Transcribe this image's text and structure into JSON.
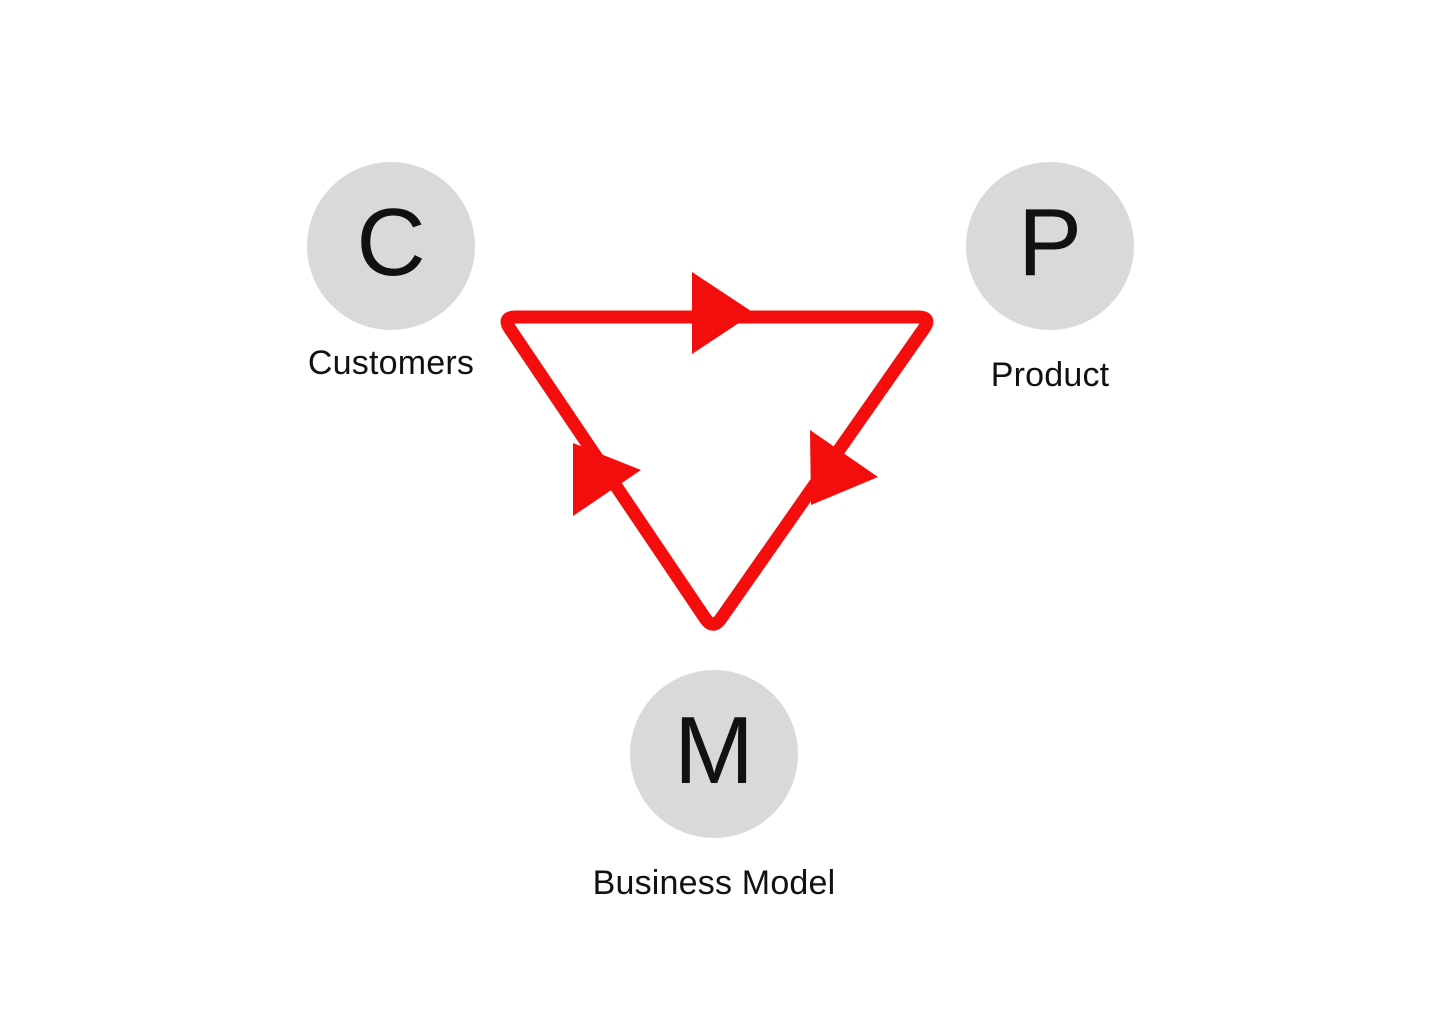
{
  "diagram": {
    "nodes": [
      {
        "id": "customers",
        "letter": "C",
        "label": "Customers"
      },
      {
        "id": "product",
        "letter": "P",
        "label": "Product"
      },
      {
        "id": "business-model",
        "letter": "M",
        "label": "Business Model"
      }
    ],
    "edges": [
      {
        "from": "Customers",
        "to": "Product"
      },
      {
        "from": "Product",
        "to": "Business Model"
      },
      {
        "from": "Business Model",
        "to": "Customers"
      }
    ],
    "colors": {
      "background": "#FFFFFF",
      "node_fill": "#D9D9D9",
      "node_text": "#111111",
      "label_text": "#111111",
      "arrow": "#F40D0D"
    }
  }
}
